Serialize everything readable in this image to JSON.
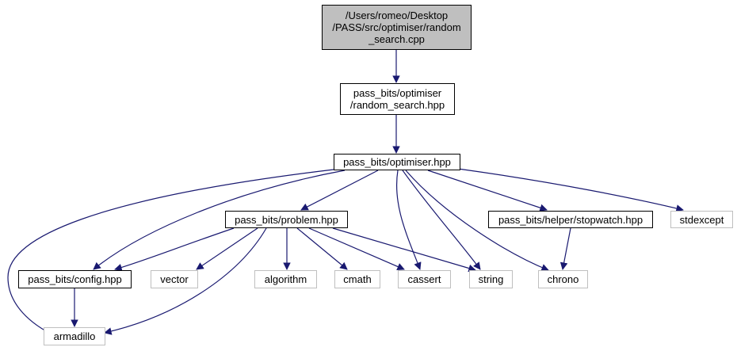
{
  "graph": {
    "accent_edge_color": "#191970",
    "root_fill_color": "#bfbfbf",
    "external_border_color": "#bfbfbf",
    "nodes": {
      "root": {
        "lines": [
          "/Users/romeo/Desktop",
          "/PASS/src/optimiser/random",
          "_search.cpp"
        ]
      },
      "random_search_hpp": {
        "lines": [
          "pass_bits/optimiser",
          "/random_search.hpp"
        ]
      },
      "optimiser_hpp": {
        "label": "pass_bits/optimiser.hpp"
      },
      "problem_hpp": {
        "label": "pass_bits/problem.hpp"
      },
      "stopwatch_hpp": {
        "label": "pass_bits/helper/stopwatch.hpp"
      },
      "stdexcept": {
        "label": "stdexcept"
      },
      "config_hpp": {
        "label": "pass_bits/config.hpp"
      },
      "vector": {
        "label": "vector"
      },
      "algorithm": {
        "label": "algorithm"
      },
      "cmath": {
        "label": "cmath"
      },
      "cassert": {
        "label": "cassert"
      },
      "string": {
        "label": "string"
      },
      "chrono": {
        "label": "chrono"
      },
      "armadillo": {
        "label": "armadillo"
      }
    }
  }
}
